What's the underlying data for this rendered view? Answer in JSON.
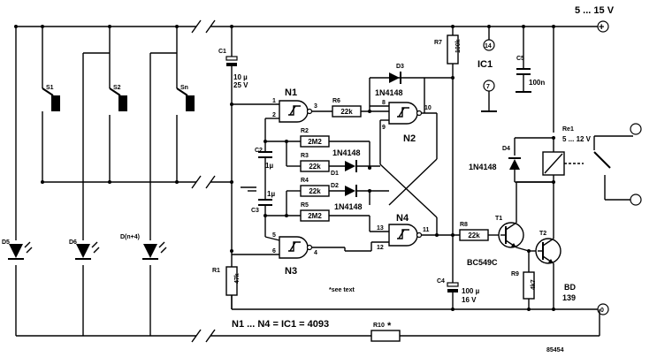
{
  "supply": {
    "voltage": "5 ... 15 V",
    "plus": "+",
    "zero": "0"
  },
  "switches": {
    "s1": "S1",
    "s2": "S2",
    "sn": "Sn"
  },
  "leds": {
    "d5": "D5",
    "d6": "D6",
    "dn": "D(n+4)"
  },
  "c1": {
    "name": "C1",
    "value": "10 µ",
    "volt": "25 V"
  },
  "c2": {
    "name": "C2",
    "value": "1µ"
  },
  "c3": {
    "name": "C3",
    "value": "1µ"
  },
  "c4": {
    "name": "C4",
    "value": "100 µ",
    "volt": "16 V"
  },
  "c5": {
    "name": "C5",
    "value": "100n"
  },
  "r1": {
    "name": "R1",
    "value": "47k"
  },
  "r2": {
    "name": "R2",
    "value": "2M2"
  },
  "r3": {
    "name": "R3",
    "value": "22k"
  },
  "r4": {
    "name": "R4",
    "value": "22k"
  },
  "r5": {
    "name": "R5",
    "value": "2M2"
  },
  "r6": {
    "name": "R6",
    "value": "22k"
  },
  "r7": {
    "name": "R7",
    "value": "100k"
  },
  "r8": {
    "name": "R8",
    "value": "22k"
  },
  "r9": {
    "name": "R9",
    "value": "4k7"
  },
  "r10": {
    "name": "R10",
    "star": "*"
  },
  "d1": {
    "name": "D1",
    "type": "1N4148"
  },
  "d2": {
    "name": "D2",
    "type": "1N4148"
  },
  "d3": {
    "name": "D3",
    "type": "1N4148"
  },
  "d4": {
    "name": "D4",
    "type": "1N4148"
  },
  "gates": {
    "n1": "N1",
    "n2": "N2",
    "n3": "N3",
    "n4": "N4",
    "pins": {
      "p1": "1",
      "p2": "2",
      "p3": "3",
      "p4": "4",
      "p5": "5",
      "p6": "6",
      "p8": "8",
      "p9": "9",
      "p10": "10",
      "p11": "11",
      "p12": "12",
      "p13": "13"
    }
  },
  "ic1": {
    "name": "IC1",
    "pin14": "14",
    "pin7": "7"
  },
  "t1": {
    "name": "T1",
    "type": "BC549C"
  },
  "t2": {
    "name": "T2",
    "type_a": "BD",
    "type_b": "139"
  },
  "relay": {
    "name": "Re1",
    "volt": "5 ... 12 V"
  },
  "notes": {
    "ic_note": "N1 ... N4 = IC1 = 4093",
    "see_text": "*see text",
    "code": "85454"
  }
}
